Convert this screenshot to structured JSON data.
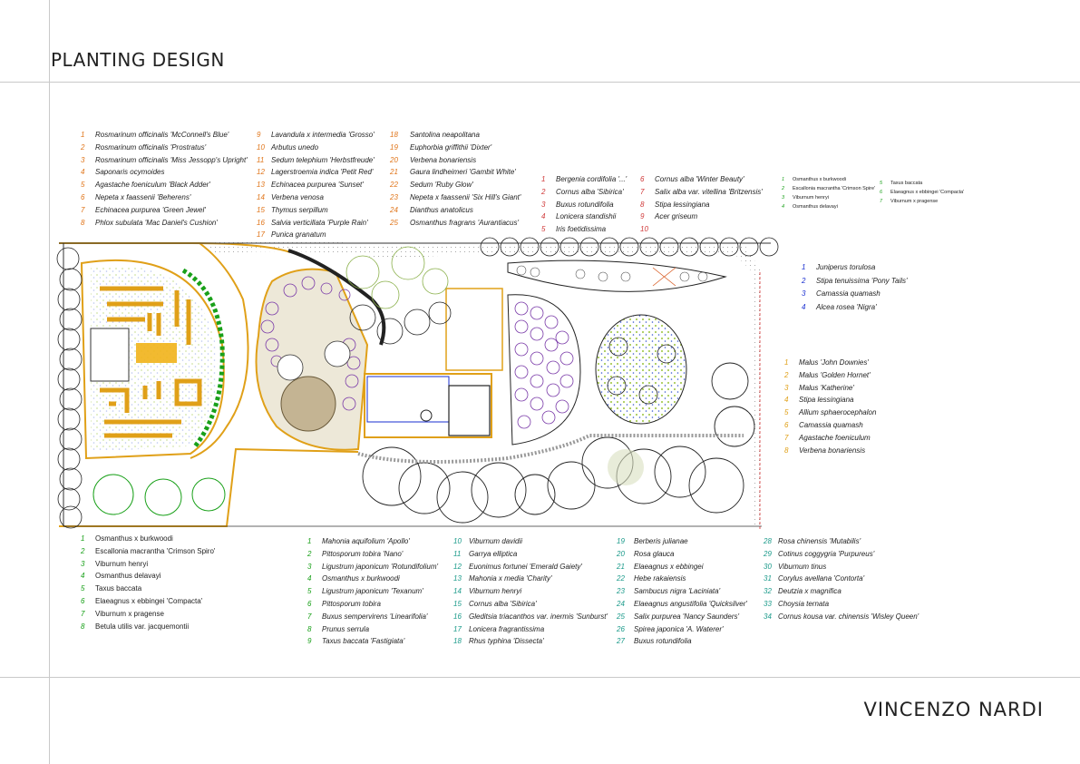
{
  "title": "PLANTING DESIGN",
  "author": "VINCENZO NARDI",
  "colors": {
    "orange": "#e0751a",
    "green": "#19a019",
    "blue": "#1a2fd0",
    "teal": "#1a9a8a",
    "yellow": "#f1b21a",
    "purple": "#7a3aa8"
  },
  "legend_a": [
    {
      "n": "1",
      "t": "Rosmarinum officinalis 'McConnell's Blue'"
    },
    {
      "n": "2",
      "t": "Rosmarinum officinalis 'Prostratus'"
    },
    {
      "n": "3",
      "t": "Rosmarinum officinalis 'Miss Jessopp's Upright'"
    },
    {
      "n": "4",
      "t": "Saponaris ocymoides"
    },
    {
      "n": "5",
      "t": "Agastache foeniculum 'Black Adder'"
    },
    {
      "n": "6",
      "t": "Nepeta x faassenii 'Beherens'"
    },
    {
      "n": "7",
      "t": "Echinacea purpurea 'Green Jewel'"
    },
    {
      "n": "8",
      "t": "Phlox subulata 'Mac Daniel's Cushion'"
    }
  ],
  "legend_b": [
    {
      "n": "9",
      "t": "Lavandula x intermedia 'Grosso'"
    },
    {
      "n": "10",
      "t": "Arbutus unedo"
    },
    {
      "n": "11",
      "t": "Sedum telephium 'Herbstfreude'"
    },
    {
      "n": "12",
      "t": "Lagerstroemia indica 'Petit Red'"
    },
    {
      "n": "13",
      "t": "Echinacea purpurea 'Sunset'"
    },
    {
      "n": "14",
      "t": "Verbena venosa"
    },
    {
      "n": "15",
      "t": "Thymus serpillum"
    },
    {
      "n": "16",
      "t": "Salvia verticillata 'Purple Rain'"
    },
    {
      "n": "17",
      "t": "Punica granatum"
    }
  ],
  "legend_c": [
    {
      "n": "18",
      "t": "Santolina neapolitana"
    },
    {
      "n": "19",
      "t": "Euphorbia griffithii 'Dixter'"
    },
    {
      "n": "20",
      "t": "Verbena bonariensis"
    },
    {
      "n": "21",
      "t": "Gaura lindheimeri 'Gambit White'"
    },
    {
      "n": "22",
      "t": "Sedum 'Ruby Glow'"
    },
    {
      "n": "23",
      "t": "Nepeta x faassenii 'Six Hill's Giant'"
    },
    {
      "n": "24",
      "t": "Dianthus anatolicus"
    },
    {
      "n": "25",
      "t": "Osmanthus fragrans 'Aurantiacus'"
    }
  ],
  "legend_d": [
    {
      "n": "1",
      "t": "Bergenia cordifolia '...'"
    },
    {
      "n": "2",
      "t": "Cornus alba 'Sibirica'"
    },
    {
      "n": "3",
      "t": "Buxus rotundifolia"
    },
    {
      "n": "4",
      "t": "Lonicera standishii"
    },
    {
      "n": "5",
      "t": "Iris foetidissima"
    }
  ],
  "legend_e": [
    {
      "n": "6",
      "t": "Cornus alba 'Winter Beauty'"
    },
    {
      "n": "7",
      "t": "Salix alba var. vitellina 'Britzensis'"
    },
    {
      "n": "8",
      "t": "Stipa lessingiana"
    },
    {
      "n": "9",
      "t": "Acer griseum"
    },
    {
      "n": "10",
      "t": ""
    }
  ],
  "legend_f": [
    {
      "n": "1",
      "t": "Osmanthus x burkwoodi"
    },
    {
      "n": "2",
      "t": "Escallonia macrantha 'Crimson Spire'"
    },
    {
      "n": "3",
      "t": "Viburnum henryi"
    },
    {
      "n": "4",
      "t": "Osmanthus delavayi"
    }
  ],
  "legend_g": [
    {
      "n": "5",
      "t": "Taxus baccata"
    },
    {
      "n": "6",
      "t": "Elaeagnus x ebbingei 'Compacta'"
    },
    {
      "n": "7",
      "t": "Viburnum x pragense"
    }
  ],
  "legend_h": [
    {
      "n": "1",
      "t": "Juniperus torulosa"
    },
    {
      "n": "2",
      "t": "Stipa tenuissima 'Pony Tails'"
    },
    {
      "n": "3",
      "t": "Camassia quamash"
    },
    {
      "n": "4",
      "t": "Alcea rosea 'Nigra'"
    }
  ],
  "legend_i": [
    {
      "n": "1",
      "t": "Malus 'John Downies'"
    },
    {
      "n": "2",
      "t": "Malus 'Golden Hornet'"
    },
    {
      "n": "3",
      "t": "Malus 'Katherine'"
    },
    {
      "n": "4",
      "t": "Stipa lessingiana"
    },
    {
      "n": "5",
      "t": "Allium sphaerocephalon"
    },
    {
      "n": "6",
      "t": "Camassia quamash"
    },
    {
      "n": "7",
      "t": "Agastache foeniculum"
    },
    {
      "n": "8",
      "t": "Verbena bonariensis"
    }
  ],
  "legend_j": [
    {
      "n": "1",
      "t": "Osmanthus x burkwoodi"
    },
    {
      "n": "2",
      "t": "Escallonia macrantha 'Crimson Spiro'"
    },
    {
      "n": "3",
      "t": "Viburnum henryi"
    },
    {
      "n": "4",
      "t": "Osmanthus delavayi"
    },
    {
      "n": "5",
      "t": "Taxus baccata"
    },
    {
      "n": "6",
      "t": "Elaeagnus x ebbingei 'Compacta'"
    },
    {
      "n": "7",
      "t": "Viburnum x pragense"
    },
    {
      "n": "8",
      "t": "Betula utilis var. jacquemontii"
    }
  ],
  "legend_k": [
    {
      "n": "1",
      "t": "Mahonia aquifolium 'Apollo'"
    },
    {
      "n": "2",
      "t": "Pittosporum tobira 'Nano'"
    },
    {
      "n": "3",
      "t": "Ligustrum japonicum 'Rotundifolium'"
    },
    {
      "n": "4",
      "t": "Osmanthus x burkwoodi"
    },
    {
      "n": "5",
      "t": "Ligustrum japonicum 'Texanum'"
    },
    {
      "n": "6",
      "t": "Pittosporum tobira"
    },
    {
      "n": "7",
      "t": "Buxus sempervirens 'Linearifolia'"
    },
    {
      "n": "8",
      "t": "Prunus serrula"
    },
    {
      "n": "9",
      "t": "Taxus baccata 'Fastigiata'"
    }
  ],
  "legend_l": [
    {
      "n": "10",
      "t": "Viburnum davidii"
    },
    {
      "n": "11",
      "t": "Garrya elliptica"
    },
    {
      "n": "12",
      "t": "Euonimus fortunei 'Emerald Gaiety'"
    },
    {
      "n": "13",
      "t": "Mahonia x media 'Charity'"
    },
    {
      "n": "14",
      "t": "Viburnum henryi"
    },
    {
      "n": "15",
      "t": "Cornus alba 'Sibirica'"
    },
    {
      "n": "16",
      "t": "Gleditsia triacanthos var. inermis 'Sunburst'"
    },
    {
      "n": "17",
      "t": "Lonicera fragrantissima"
    },
    {
      "n": "18",
      "t": "Rhus typhina 'Dissecta'"
    }
  ],
  "legend_m": [
    {
      "n": "19",
      "t": "Berberis julianae"
    },
    {
      "n": "20",
      "t": "Rosa glauca"
    },
    {
      "n": "21",
      "t": "Elaeagnus x ebbingei"
    },
    {
      "n": "22",
      "t": "Hebe rakaiensis"
    },
    {
      "n": "23",
      "t": "Sambucus nigra 'Laciniata'"
    },
    {
      "n": "24",
      "t": "Elaeagnus angustifolia 'Quicksilver'"
    },
    {
      "n": "25",
      "t": "Salix purpurea 'Nancy Saunders'"
    },
    {
      "n": "26",
      "t": "Spirea japonica 'A. Waterer'"
    },
    {
      "n": "27",
      "t": "Buxus rotundifolia"
    }
  ],
  "legend_n": [
    {
      "n": "28",
      "t": "Rosa chinensis 'Mutabilis'"
    },
    {
      "n": "29",
      "t": "Cotinus coggygria 'Purpureus'"
    },
    {
      "n": "30",
      "t": "Viburnum tinus"
    },
    {
      "n": "31",
      "t": "Corylus avellana 'Contorta'"
    },
    {
      "n": "32",
      "t": "Deutzia x magnifica"
    },
    {
      "n": "33",
      "t": "Choysia ternata"
    },
    {
      "n": "34",
      "t": "Cornus kousa var. chinensis 'Wisley Queen'"
    }
  ]
}
